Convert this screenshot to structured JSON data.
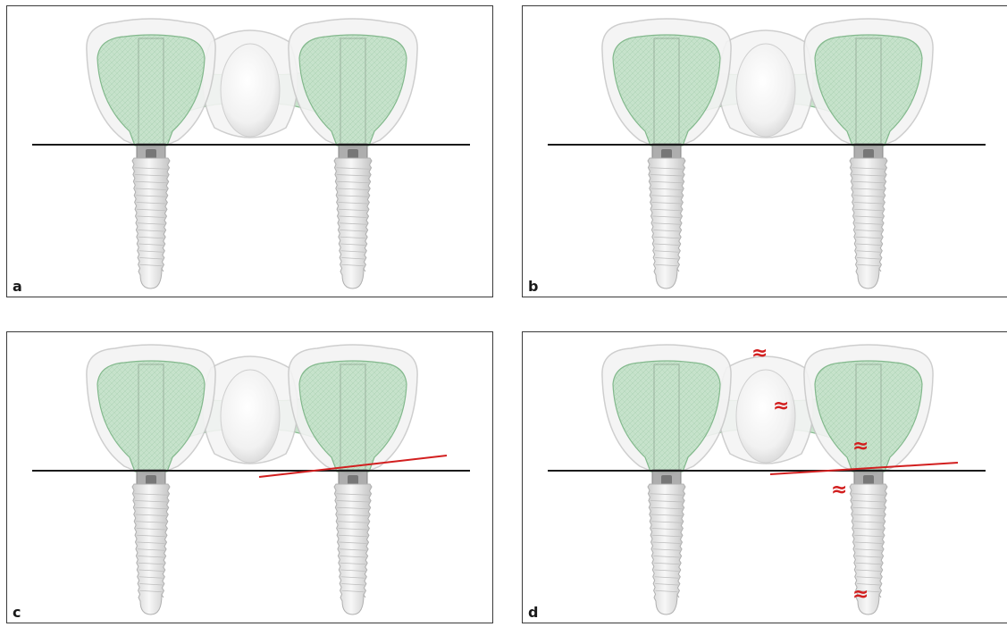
{
  "panels": [
    {
      "id": "a",
      "label": "a"
    },
    {
      "id": "b",
      "label": "b"
    },
    {
      "id": "c",
      "label": "c"
    },
    {
      "id": "d",
      "label": "d"
    }
  ],
  "misfit_marker": "≈",
  "colors": {
    "reference_line": "#1a1a1a",
    "misfit_line": "#d21f1f",
    "framework_fill": "#bfe0c4",
    "framework_stroke": "#6fae7a",
    "veneer_stroke": "#c9c9c9",
    "implant_body": "#e9e9e9",
    "abutment": "#777777"
  }
}
